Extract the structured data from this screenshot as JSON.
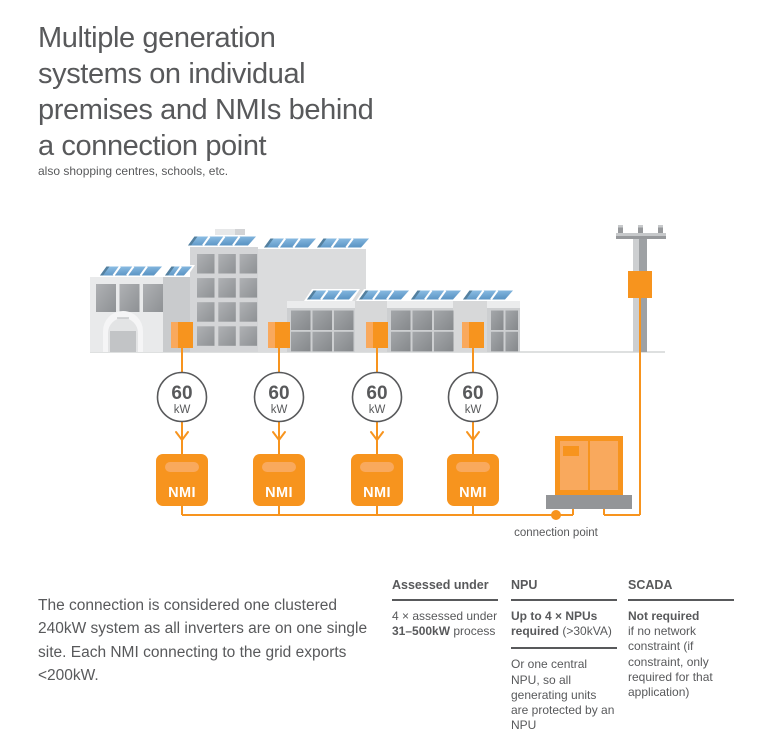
{
  "colors": {
    "accent_orange": "#F7941E",
    "accent_orange_light": "#F9A95D",
    "text_gray": "#58595B",
    "panel_blue": "#6FA9D8",
    "platform_gray": "#939598",
    "ground_line_gray": "#DADBDC"
  },
  "header": {
    "title_lines": [
      "Multiple generation",
      "systems on individual",
      "premises and NMIs behind",
      "a connection point"
    ],
    "subtitle": "also shopping centres, schools, etc."
  },
  "diagram": {
    "generators": [
      {
        "value": "60",
        "unit": "kW",
        "meter_label": "NMI"
      },
      {
        "value": "60",
        "unit": "kW",
        "meter_label": "NMI"
      },
      {
        "value": "60",
        "unit": "kW",
        "meter_label": "NMI"
      },
      {
        "value": "60",
        "unit": "kW",
        "meter_label": "NMI"
      }
    ],
    "connection_point_label": "connection point"
  },
  "footer": {
    "summary": "The connection is considered one clustered 240kW system as all inverters are on one single site. Each NMI connecting to the grid exports <200kW.",
    "columns": [
      {
        "header": "Assessed under",
        "body": [
          {
            "normal_pre": "4 × assessed under ",
            "bold": "31–500kW",
            "normal_post": " process"
          }
        ]
      },
      {
        "header": "NPU",
        "body": [
          {
            "bold": "Up to 4 × NPUs required",
            "normal_post": " (>30kVA)"
          },
          {
            "normal_pre": "Or one central NPU, so all generating units are protected by an NPU"
          }
        ]
      },
      {
        "header": "SCADA",
        "body": [
          {
            "bold": "Not required",
            "normal_post": "if no network constraint (if constraint, only required for that application)"
          }
        ]
      }
    ]
  }
}
